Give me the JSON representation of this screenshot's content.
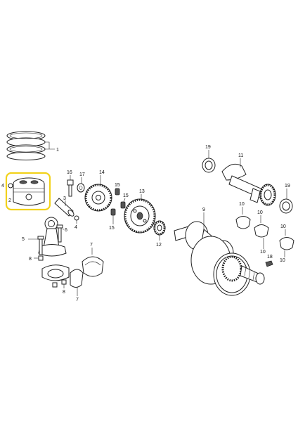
{
  "labels": {
    "l1": "1",
    "l2": "2",
    "l3": "3",
    "l4a": "4",
    "l4b": "4",
    "l5": "5",
    "l6": "6",
    "l7a": "7",
    "l7b": "7",
    "l8a": "8",
    "l8b": "8",
    "l9": "9",
    "l10a": "10",
    "l10b": "10",
    "l10c": "10",
    "l10d": "10",
    "l10e": "10",
    "l11": "11",
    "l12": "12",
    "l13": "13",
    "l14": "14",
    "l15a": "15",
    "l15b": "15",
    "l15c": "15",
    "l16": "16",
    "l17": "17",
    "l18": "18",
    "l19a": "19",
    "l19b": "19"
  },
  "colors": {
    "highlight": "#f2d21b",
    "line": "#222222",
    "background": "#ffffff"
  }
}
